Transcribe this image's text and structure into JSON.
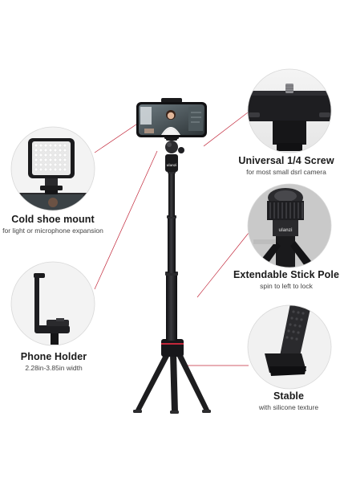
{
  "colors": {
    "accent": "#c2273a",
    "product": "#1d1d1f",
    "circle_border": "#d8d8d8"
  },
  "callouts": {
    "screw": {
      "title": "Universal 1/4 Screw",
      "sub": "for most small dsrl camera"
    },
    "cold": {
      "title": "Cold shoe mount",
      "sub": "for light or microphone expansion"
    },
    "pole": {
      "title": "Extendable Stick Pole",
      "sub": "spin to left to lock"
    },
    "holder": {
      "title": "Phone Holder",
      "sub": "2.28in-3.85in width"
    },
    "stable": {
      "title": "Stable",
      "sub": "with silicone texture"
    }
  }
}
